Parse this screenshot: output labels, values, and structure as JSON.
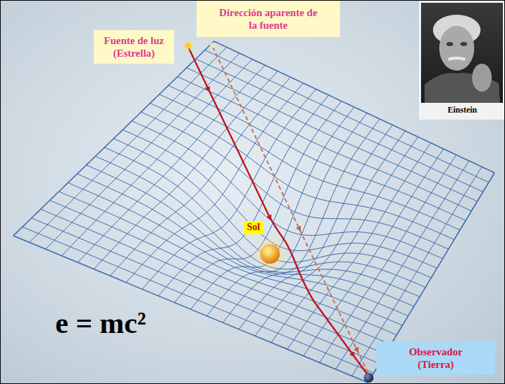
{
  "diagram": {
    "nodes": [
      {
        "text": [
          "Fuente de luz (Estrella)"
        ]
      },
      {
        "text": [
          "Dirección aparente de la fuente"
        ]
      },
      {
        "text": [
          "Sol"
        ]
      },
      {
        "text": [
          "Observador (Tierra)"
        ]
      }
    ],
    "labels": [
      "Einstein",
      "e = mc²"
    ]
  }
}
